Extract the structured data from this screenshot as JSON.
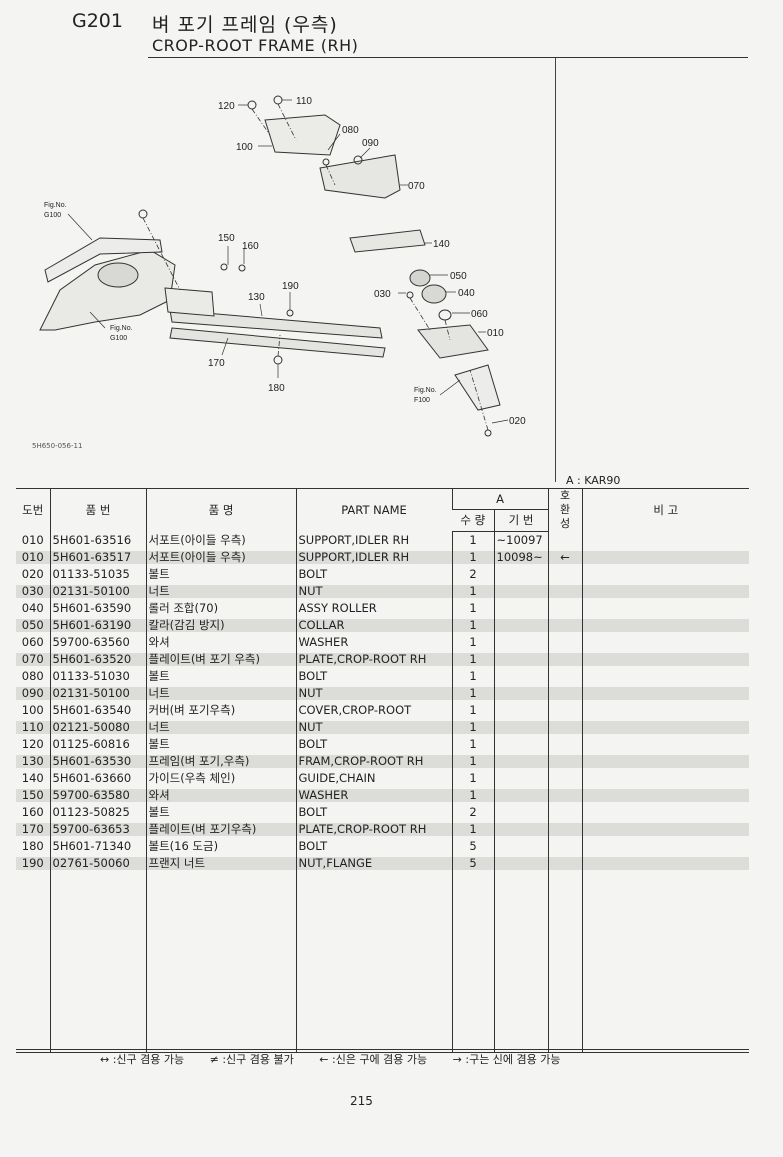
{
  "header": {
    "code": "G201",
    "title_kr": "벼 포기 프레임 (우측)",
    "title_en": "CROP-ROOT FRAME (RH)"
  },
  "diagram": {
    "fig_code": "5H650-056-11",
    "callouts": [
      "120",
      "110",
      "100",
      "080",
      "090",
      "070",
      "140",
      "050",
      "030",
      "040",
      "060",
      "010",
      "020",
      "150",
      "160",
      "190",
      "130",
      "170",
      "180"
    ],
    "fig_refs": {
      "g100_top": "Fig.No.\nG100",
      "g100_bottom": "Fig.No.\nG100",
      "f100": "Fig.No.\nF100"
    },
    "fig_ref_label": "Fig.No.",
    "fig_ref_g100": "G100",
    "fig_ref_f100": "F100"
  },
  "compat_note": "A : KAR90",
  "table": {
    "headers": {
      "ref": "도번",
      "part_no": "품  번",
      "name_kr": "품          명",
      "part_name": "PART NAME",
      "group_a": "A",
      "qty": "수 량",
      "serial": "기 번",
      "compat": "호\n환\n성",
      "compat_l1": "호",
      "compat_l2": "환",
      "compat_l3": "성",
      "remarks": "비        고"
    },
    "rows": [
      {
        "ref": "010",
        "no": "5H601-63516",
        "kr": "서포트(아이들 우측)",
        "en": "SUPPORT,IDLER RH",
        "qty": "1",
        "serial": "~10097",
        "compat": ""
      },
      {
        "ref": "010",
        "no": "5H601-63517",
        "kr": "서포트(아이들 우측)",
        "en": "SUPPORT,IDLER RH",
        "qty": "1",
        "serial": "10098~",
        "compat": "←"
      },
      {
        "ref": "020",
        "no": "01133-51035",
        "kr": "볼트",
        "en": "BOLT",
        "qty": "2",
        "serial": "",
        "compat": ""
      },
      {
        "ref": "030",
        "no": "02131-50100",
        "kr": "너트",
        "en": "NUT",
        "qty": "1",
        "serial": "",
        "compat": ""
      },
      {
        "ref": "040",
        "no": "5H601-63590",
        "kr": "롤러 조합(70)",
        "en": "ASSY ROLLER",
        "qty": "1",
        "serial": "",
        "compat": ""
      },
      {
        "ref": "050",
        "no": "5H601-63190",
        "kr": "칼라(감김 방지)",
        "en": "COLLAR",
        "qty": "1",
        "serial": "",
        "compat": ""
      },
      {
        "ref": "060",
        "no": "59700-63560",
        "kr": "와셔",
        "en": "WASHER",
        "qty": "1",
        "serial": "",
        "compat": ""
      },
      {
        "ref": "070",
        "no": "5H601-63520",
        "kr": "플레이트(벼 포기 우측)",
        "en": "PLATE,CROP-ROOT RH",
        "qty": "1",
        "serial": "",
        "compat": ""
      },
      {
        "ref": "080",
        "no": "01133-51030",
        "kr": "볼트",
        "en": "BOLT",
        "qty": "1",
        "serial": "",
        "compat": ""
      },
      {
        "ref": "090",
        "no": "02131-50100",
        "kr": "너트",
        "en": "NUT",
        "qty": "1",
        "serial": "",
        "compat": ""
      },
      {
        "ref": "100",
        "no": "5H601-63540",
        "kr": "커버(벼 포기우측)",
        "en": "COVER,CROP-ROOT",
        "qty": "1",
        "serial": "",
        "compat": ""
      },
      {
        "ref": "110",
        "no": "02121-50080",
        "kr": "너트",
        "en": "NUT",
        "qty": "1",
        "serial": "",
        "compat": ""
      },
      {
        "ref": "120",
        "no": "01125-60816",
        "kr": "볼트",
        "en": "BOLT",
        "qty": "1",
        "serial": "",
        "compat": ""
      },
      {
        "ref": "130",
        "no": "5H601-63530",
        "kr": "프레임(벼 포기,우측)",
        "en": "FRAM,CROP-ROOT RH",
        "qty": "1",
        "serial": "",
        "compat": ""
      },
      {
        "ref": "140",
        "no": "5H601-63660",
        "kr": "가이드(우측 체인)",
        "en": "GUIDE,CHAIN",
        "qty": "1",
        "serial": "",
        "compat": ""
      },
      {
        "ref": "150",
        "no": "59700-63580",
        "kr": "와셔",
        "en": "WASHER",
        "qty": "1",
        "serial": "",
        "compat": ""
      },
      {
        "ref": "160",
        "no": "01123-50825",
        "kr": "볼트",
        "en": "BOLT",
        "qty": "2",
        "serial": "",
        "compat": ""
      },
      {
        "ref": "170",
        "no": "59700-63653",
        "kr": "플레이트(벼 포기우측)",
        "en": "PLATE,CROP-ROOT RH",
        "qty": "1",
        "serial": "",
        "compat": ""
      },
      {
        "ref": "180",
        "no": "5H601-71340",
        "kr": "볼트(16 도금)",
        "en": "BOLT",
        "qty": "5",
        "serial": "",
        "compat": ""
      },
      {
        "ref": "190",
        "no": "02761-50060",
        "kr": "프랜지 너트",
        "en": "NUT,FLANGE",
        "qty": "5",
        "serial": "",
        "compat": ""
      }
    ]
  },
  "legend": {
    "both": "↔ :신구 겸용 가능",
    "none": "≠ :신구 겸용 불가",
    "new_old": "← :신은 구에 겸용 가능",
    "old_new": "→ :구는 신에 겸용 가능"
  },
  "page_number": "215"
}
